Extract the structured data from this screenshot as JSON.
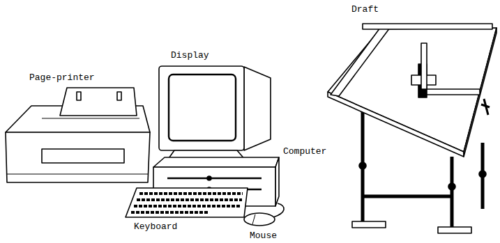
{
  "diagram": {
    "labels": [
      "Draft",
      "Display",
      "Page-printer",
      "Computer",
      "Keyboard",
      "Mouse"
    ]
  }
}
